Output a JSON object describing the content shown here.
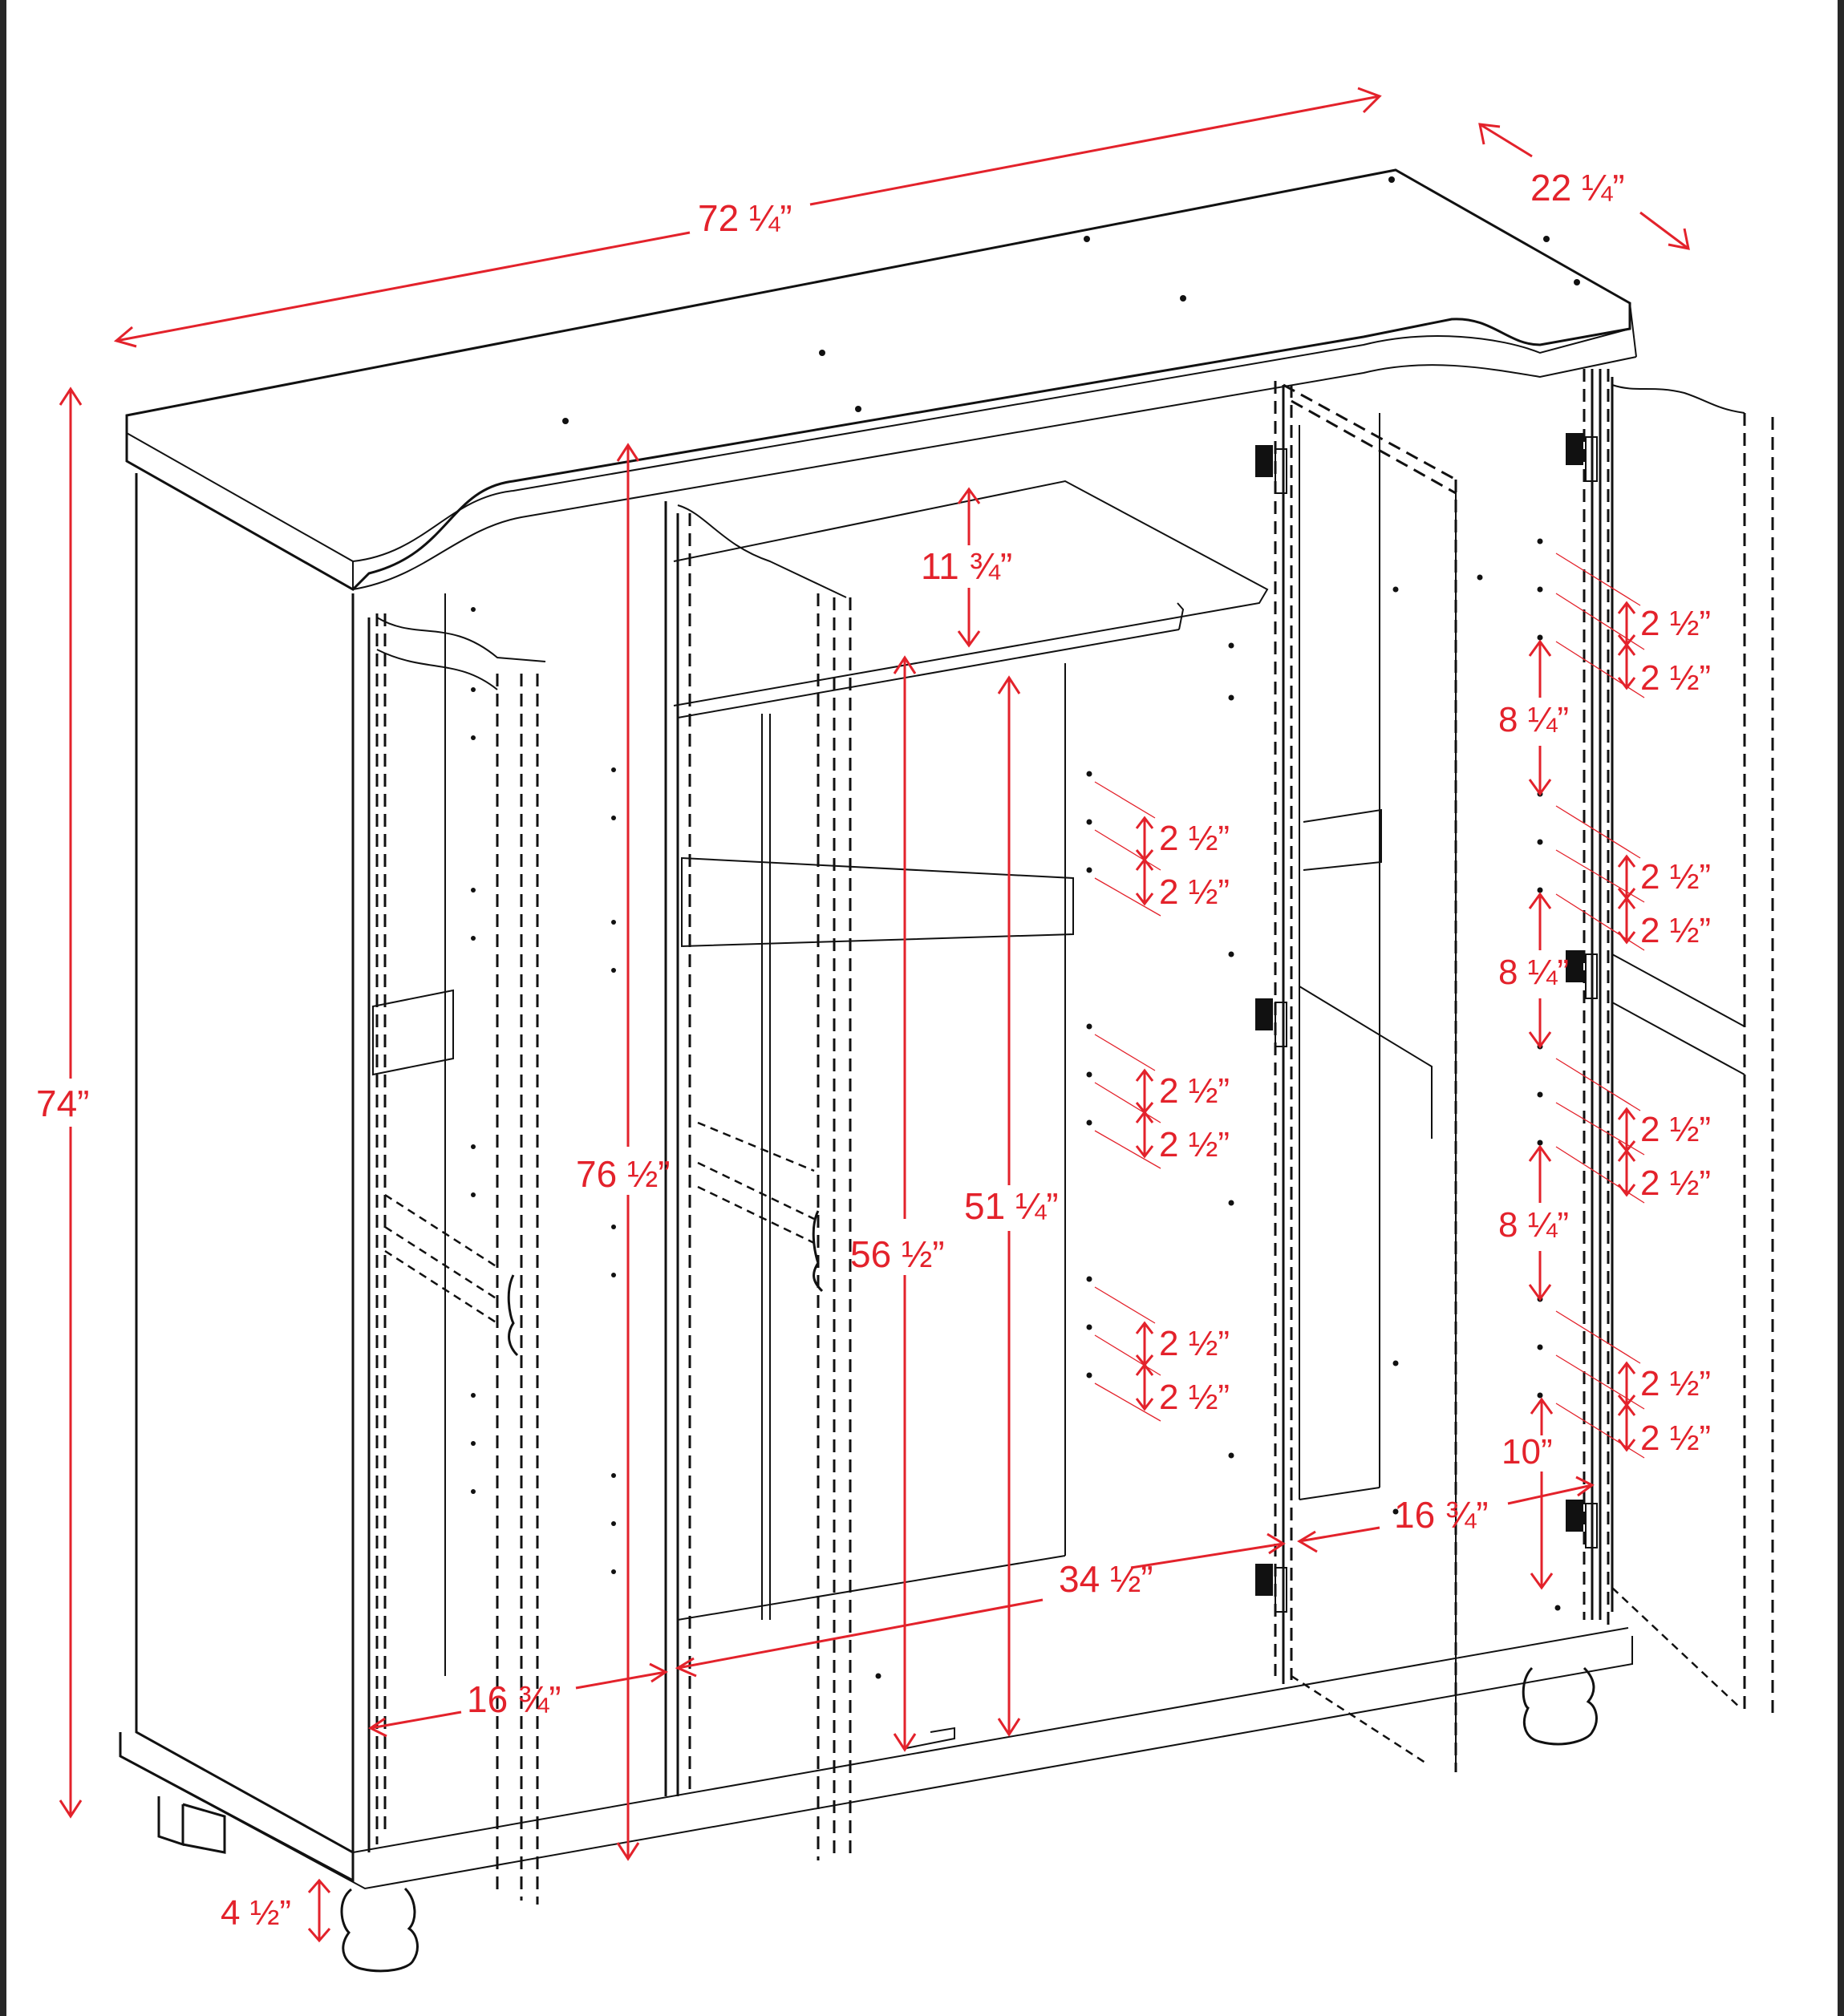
{
  "diagram": {
    "subject": "Four-door wardrobe with hanging rod, shelf, and adjustable shelf holes",
    "line_color": "#111111",
    "dimension_color": "#e3222b",
    "background": "#ffffff",
    "frame_border_color": "#272727"
  },
  "dimensions": {
    "overall_width": "72 ¼”",
    "overall_depth": "22 ¼”",
    "overall_height": "74”",
    "interior_height_left": "76 ½”",
    "shelf_to_top": "11 ¾”",
    "rod_to_bottom": "56 ½”",
    "rod_clear_height": "51 ¼”",
    "center_width": "34 ½”",
    "left_door_width": "16 ¾”",
    "right_door_width": "16 ¾”",
    "foot_height": "4 ½”",
    "bottom_hole_offset": "10”",
    "hole_spacing_group": "8 ¼”",
    "hole_pitch": "2 ½”"
  },
  "hole_groups": {
    "center": [
      {
        "upper": "2 ½”",
        "lower": "2 ½”"
      },
      {
        "upper": "2 ½”",
        "lower": "2 ½”"
      },
      {
        "upper": "2 ½”",
        "lower": "2 ½”"
      }
    ],
    "right": [
      {
        "upper": "2 ½”",
        "lower": "2 ½”"
      },
      {
        "upper": "2 ½”",
        "lower": "2 ½”"
      },
      {
        "upper": "2 ½”",
        "lower": "2 ½”"
      },
      {
        "upper": "2 ½”",
        "lower": "2 ½”"
      }
    ],
    "right_spacings": [
      "8 ¼”",
      "8 ¼”",
      "8 ¼”"
    ],
    "right_bottom": "10”"
  }
}
